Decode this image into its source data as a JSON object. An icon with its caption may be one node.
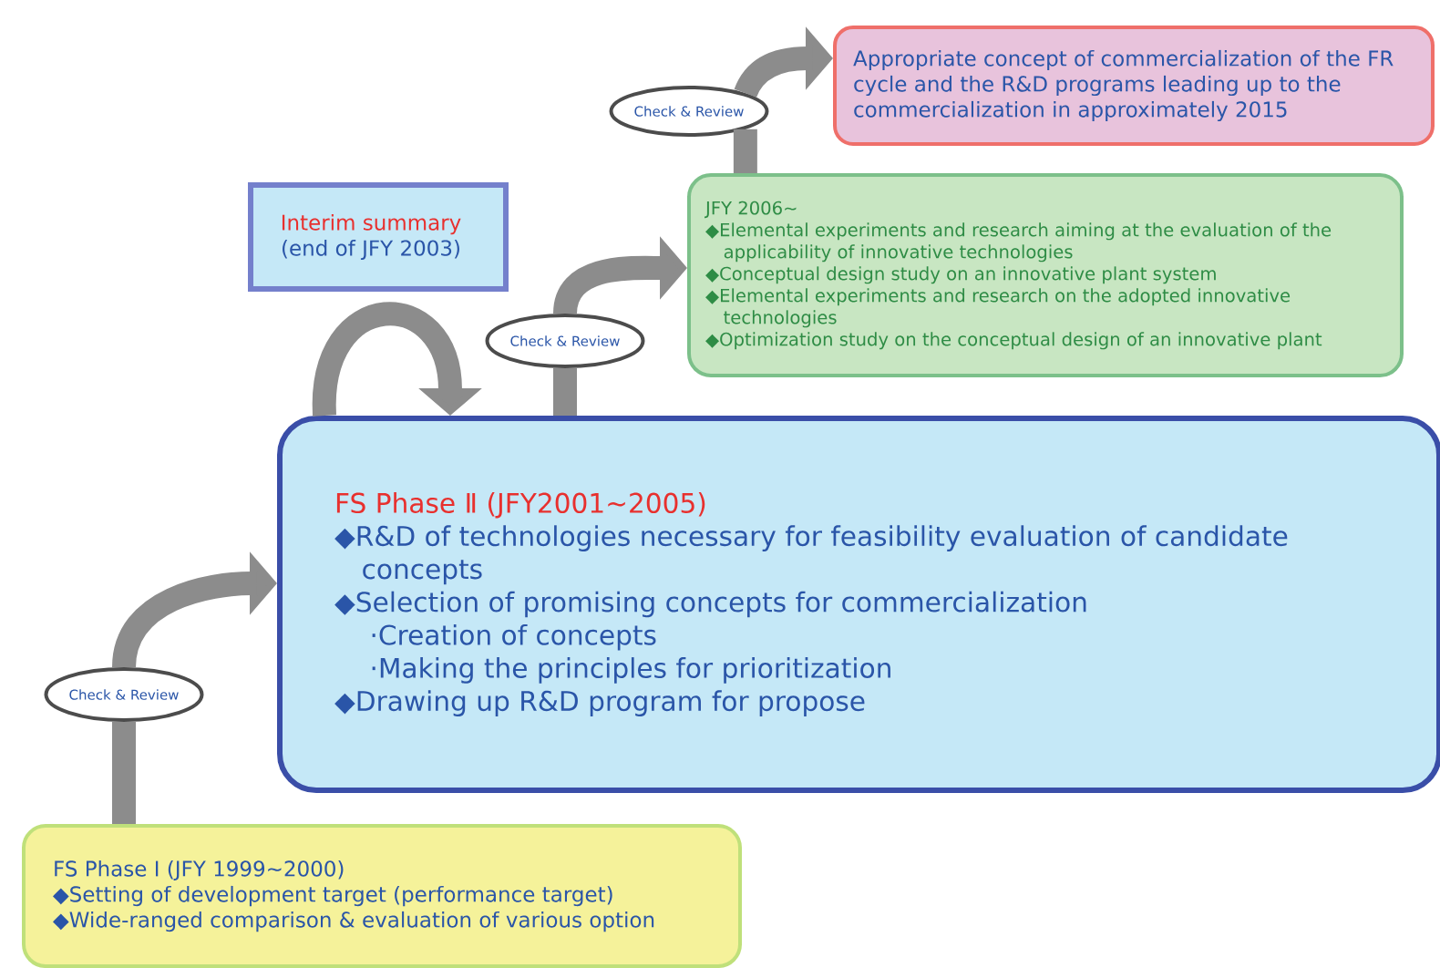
{
  "diagram": {
    "nodes": [
      {
        "text": [
          "FS Phase Ⅰ (JFY 1999∼2000)",
          "◆Setting of development target (performance target)",
          "◆Wide-ranged comparison & evaluation of various option"
        ]
      },
      {
        "text": [
          "Check & Review"
        ]
      },
      {
        "text": [
          "FS Phase Ⅱ (JFY2001∼2005)",
          "◆R&D of technologies necessary for feasibility evaluation of candidate concepts",
          "◆Selection of promising concepts for commercialization",
          "·Creation of concepts",
          "·Making the principles for prioritization",
          "◆Drawing up R&D program for propose"
        ]
      },
      {
        "text": [
          "Interim summary",
          "(end of JFY 2003)"
        ]
      },
      {
        "text": [
          "Check & Review"
        ]
      },
      {
        "text": [
          "JFY 2006∼",
          "◆Elemental experiments and research aiming at the evaluation of the applicability of innovative technologies",
          "◆Conceptual design study on an innovative plant system",
          "◆Elemental experiments and research on the adopted innovative technologies",
          "◆Optimization study on the conceptual design of an innovative plant"
        ]
      },
      {
        "text": [
          "Check & Review"
        ]
      },
      {
        "text": [
          "Appropriate concept of commercialization of the FR cycle and the R&D programs leading up to the commercialization in approximately 2015"
        ]
      }
    ],
    "edges": [
      {
        "from": 0,
        "to": 1,
        "arrow": "none"
      },
      {
        "from": 1,
        "to": 2,
        "arrow": "to"
      },
      {
        "from": 2,
        "to": 4,
        "arrow": "none"
      },
      {
        "from": 4,
        "to": 5,
        "arrow": "to"
      },
      {
        "from": 5,
        "to": 6,
        "arrow": "none"
      },
      {
        "from": 6,
        "to": 7,
        "arrow": "to"
      },
      {
        "from": 2,
        "to": 2,
        "arrow": "to"
      }
    ]
  }
}
